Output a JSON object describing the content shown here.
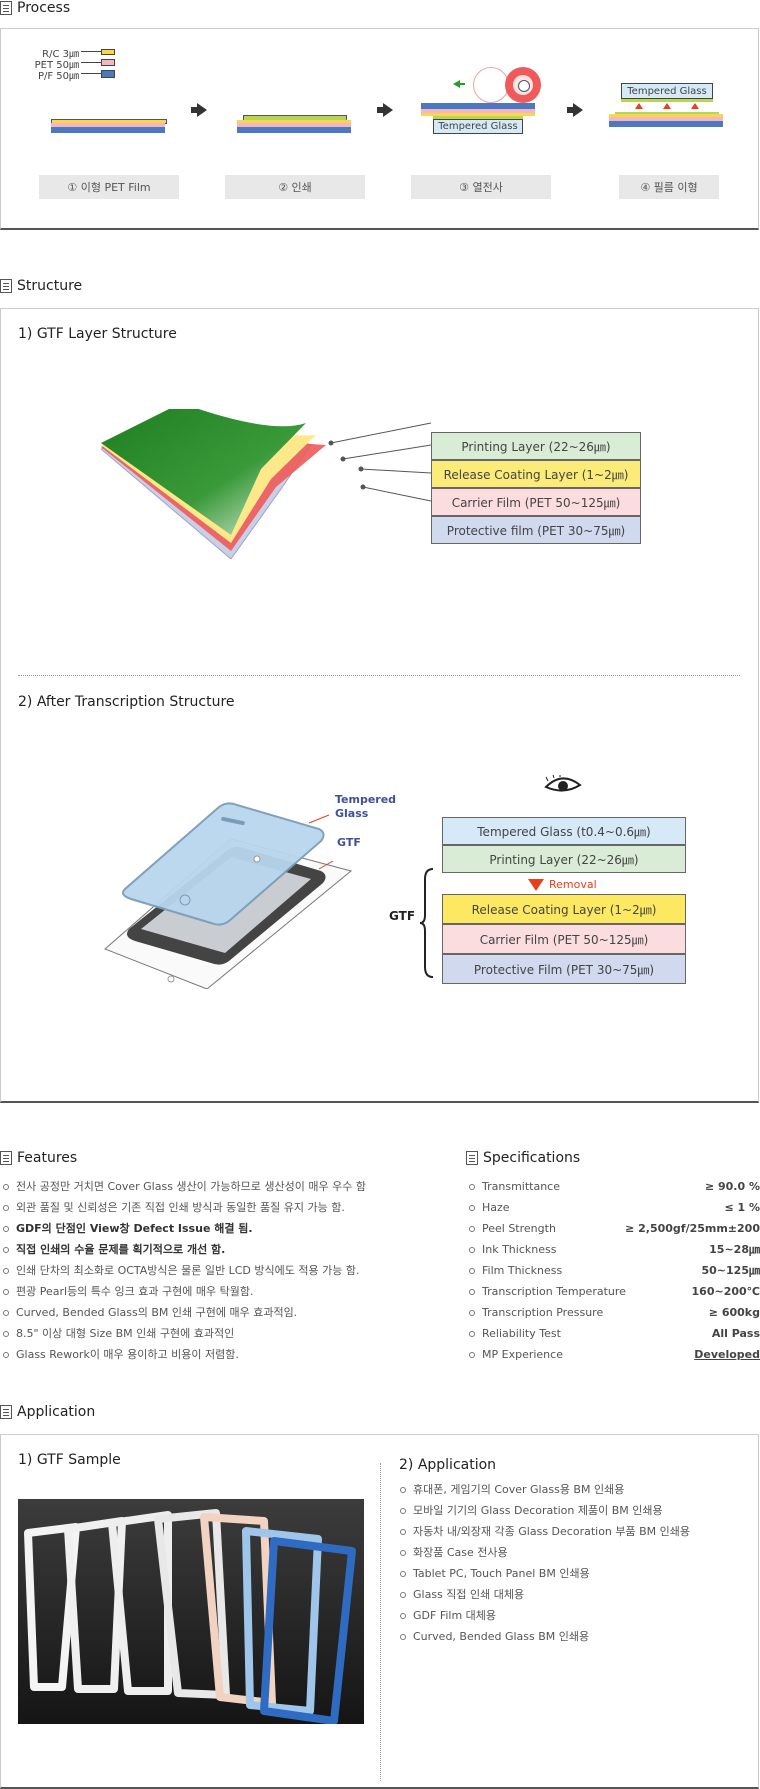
{
  "process": {
    "title": "Process",
    "legend": [
      "R/C 3㎛",
      "PET 50㎛",
      "P/F 50㎛"
    ],
    "steps": [
      "① 이형 PET Film",
      "② 인쇄",
      "③ 열전사",
      "④ 필름 이형"
    ],
    "tempered_glass_label": "Tempered Glass"
  },
  "structure": {
    "title": "Structure",
    "gtf_layer_title": "1) GTF Layer Structure",
    "layers": [
      "Printing Layer (22~26㎛)",
      "Release Coating Layer (1~2㎛)",
      "Carrier Film (PET 50~125㎛)",
      "Protective film (PET 30~75㎛)"
    ],
    "after_title": "2) After Transcription Structure",
    "tempered_glass_callout": "Tempered Glass",
    "gtf_callout": "GTF",
    "gtf_bracket_label": "GTF",
    "removal_label": "Removal",
    "after_layers": [
      "Tempered Glass (t0.4~0.6㎛)",
      "Printing Layer (22~26㎛)",
      "Release Coating Layer (1~2㎛)",
      "Carrier Film (PET 50~125㎛)",
      "Protective Film (PET 30~75㎛)"
    ]
  },
  "features": {
    "title": "Features",
    "items": [
      {
        "text": "전사 공정만 거치면 Cover Glass 생산이 가능하므로 생산성이 매우 우수 함",
        "bold": false
      },
      {
        "text": "외관 품질 및 신뢰성은 기존 직접 인쇄 방식과 동일한 품질 유지 가능 함.",
        "bold": false
      },
      {
        "text": "GDF의 단점인 View창 Defect Issue 해결 됨.",
        "bold": true
      },
      {
        "text": "직접 인쇄의 수율 문제를 획기적으로 개선 함.",
        "bold": true
      },
      {
        "text": "인쇄 단차의 최소화로 OCTA방식은 물론 일반 LCD 방식에도 적용 가능 함.",
        "bold": false
      },
      {
        "text": "편광 Pearl등의 특수 잉크 효과 구현에 매우 탁월함.",
        "bold": false
      },
      {
        "text": "Curved, Bended Glass의 BM 인쇄 구현에 매우 효과적임.",
        "bold": false
      },
      {
        "text": "8.5\" 이상 대형 Size BM 인쇄 구현에 효과적인",
        "bold": false
      },
      {
        "text": "Glass Rework이 매우 용이하고 비용이 저렴함.",
        "bold": false
      }
    ]
  },
  "specifications": {
    "title": "Specifications",
    "items": [
      {
        "label": "Transmittance",
        "value": "≥ 90.0 %"
      },
      {
        "label": "Haze",
        "value": "≤ 1 %"
      },
      {
        "label": "Peel Strength",
        "value": "≥ 2,500gf/25mm±200"
      },
      {
        "label": "Ink Thickness",
        "value": "15~28㎛"
      },
      {
        "label": "Film Thickness",
        "value": "50~125㎛"
      },
      {
        "label": "Transcription Temperature",
        "value": "160~200℃"
      },
      {
        "label": "Transcription Pressure",
        "value": "≥ 600kg"
      },
      {
        "label": "Reliability Test",
        "value": "All Pass"
      },
      {
        "label": "MP Experience",
        "value": "Developed"
      }
    ]
  },
  "application": {
    "title": "Application",
    "sample_title": "1) GTF Sample",
    "app_title": "2) Application",
    "items": [
      "휴대폰, 게임기의 Cover Glass용 BM 인쇄용",
      "모바일 기기의 Glass Decoration 제품이 BM 인쇄용",
      "자동차 내/외장재 각종 Glass Decoration 부품 BM 인쇄용",
      "화장품 Case 전사용",
      "Tablet PC, Touch Panel BM 인쇄용",
      "Glass 직접 인쇄 대체용",
      "GDF Film 대체용",
      "Curved, Bended Glass BM 인쇄용"
    ]
  },
  "colors": {
    "printing": "#d9ecd6",
    "release": "#fbec7a",
    "carrier": "#fbdde0",
    "protective": "#d1d9ef",
    "tempered": "#d6e9f7",
    "gtf_fill": "#fde961",
    "removal": "#e8401a"
  }
}
